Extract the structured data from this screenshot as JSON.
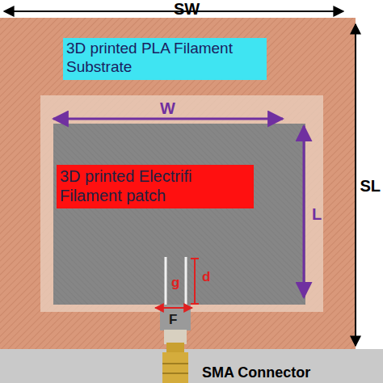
{
  "diagram": {
    "nodes": [
      {
        "text": [
          "3D printed PLA Filament Substrate"
        ]
      },
      {
        "text": [
          "3D printed Electrifi Filament patch"
        ]
      }
    ],
    "labels": [
      "SW",
      "SL",
      "W",
      "L",
      "g",
      "d",
      "F",
      "SMA Connector"
    ]
  }
}
